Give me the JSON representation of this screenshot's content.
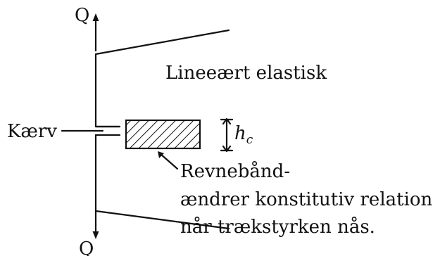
{
  "diagram": {
    "top_load": "Q",
    "bottom_load": "Q",
    "region_label": "Lineeært elastisk",
    "notch_label": "Kærv",
    "height_symbol": "h",
    "height_subscript": "c",
    "band_note": [
      "Revnebånd-",
      "ændrer konstitutiv relation",
      "når trækstyrken nås."
    ]
  }
}
